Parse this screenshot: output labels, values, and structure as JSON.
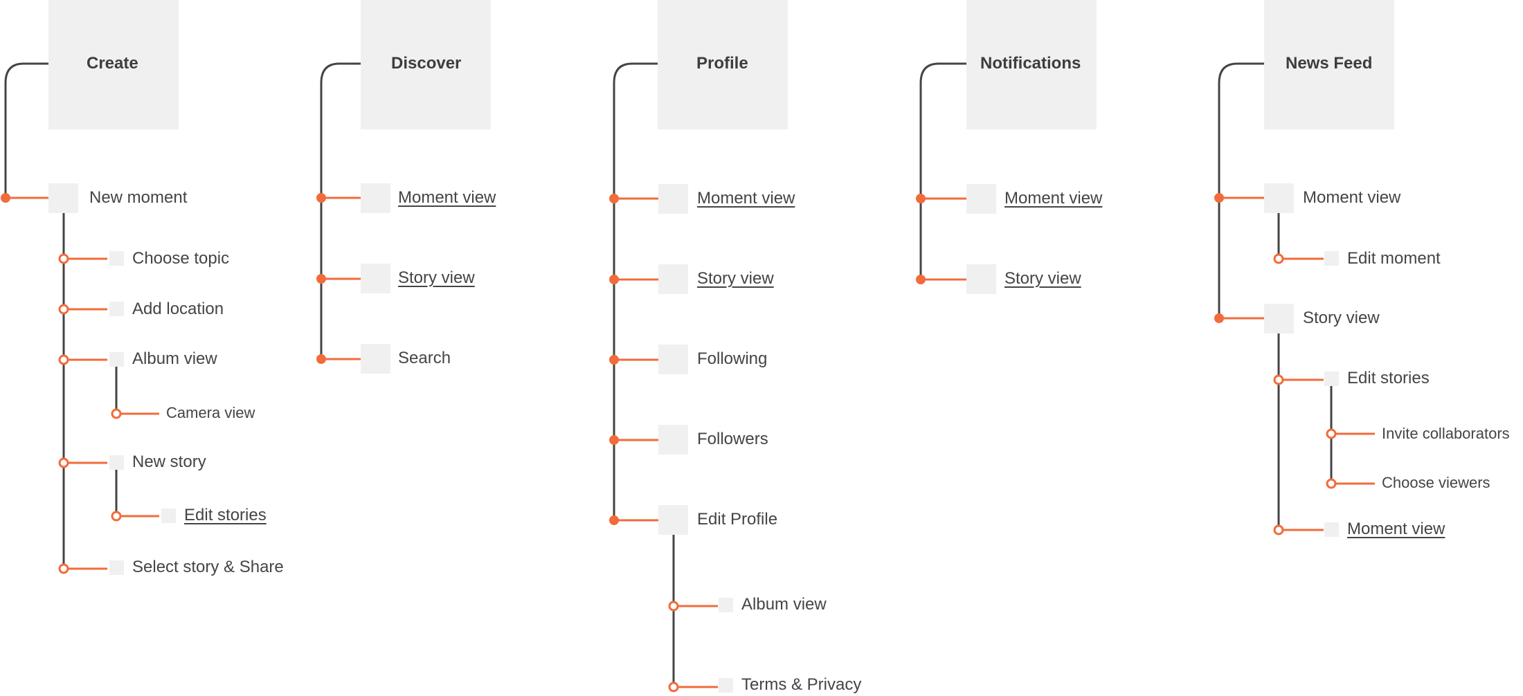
{
  "colors": {
    "accent": "#f26b3a",
    "line": "#444444",
    "box": "#f0f0f0",
    "text": "#444444"
  },
  "columns": {
    "create": {
      "title": "Create",
      "new_moment": "New moment",
      "choose_topic": "Choose topic",
      "add_location": "Add location",
      "album_view": "Album view",
      "camera_view": "Camera view",
      "new_story": "New story",
      "edit_stories": "Edit stories",
      "select_story_share": "Select story & Share"
    },
    "discover": {
      "title": "Discover",
      "moment_view": "Moment view",
      "story_view": "Story view",
      "search": "Search"
    },
    "profile": {
      "title": "Profile",
      "moment_view": "Moment view",
      "story_view": "Story view",
      "following": "Following",
      "followers": "Followers",
      "edit_profile": "Edit Profile",
      "album_view": "Album view",
      "terms_privacy": "Terms & Privacy"
    },
    "notifications": {
      "title": "Notifications",
      "moment_view": "Moment view",
      "story_view": "Story view"
    },
    "news_feed": {
      "title": "News Feed",
      "moment_view": "Moment view",
      "edit_moment": "Edit moment",
      "story_view": "Story view",
      "edit_stories": "Edit stories",
      "invite_collaborators": "Invite collaborators",
      "choose_viewers": "Choose viewers",
      "moment_view_2": "Moment view"
    }
  }
}
